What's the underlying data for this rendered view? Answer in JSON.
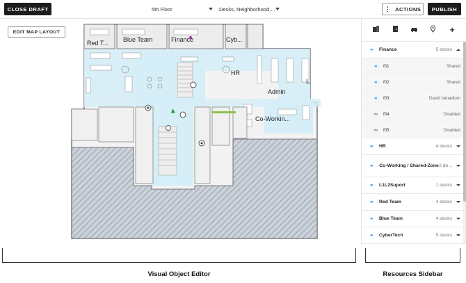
{
  "toolbar": {
    "close_draft": "CLOSE DRAFT",
    "floor": "5th Floor",
    "filter": "Desks, Neighborhood,...",
    "actions": "ACTIONS",
    "actions_icon": "vertical-ellipsis-icon",
    "publish": "PUBLISH"
  },
  "editor": {
    "edit_layout": "EDIT MAP LAYOUT",
    "rooms": [
      "Red T...",
      "Blue Team",
      "Finance",
      "Cyb...",
      "HR",
      "Admin",
      "L.",
      "Co-Workin..."
    ]
  },
  "sidebar": {
    "tabs": [
      "building-icon",
      "door-icon",
      "car-icon",
      "location-pin-icon",
      "plus-icon"
    ],
    "expanded_group": {
      "name": "Finance",
      "count": "5 desks",
      "items": [
        {
          "name": "f01",
          "status": "Shared",
          "linked": true
        },
        {
          "name": "f02",
          "status": "Shared",
          "linked": true
        },
        {
          "name": "f03",
          "status": "David Vanadium",
          "linked": true
        },
        {
          "name": "f04",
          "status": "Disabled",
          "linked": false
        },
        {
          "name": "f05",
          "status": "Disabled",
          "linked": false
        }
      ]
    },
    "groups": [
      {
        "name": "HR",
        "count": "4 desks"
      },
      {
        "name": "Co-Working / Shared-Zone",
        "count": "2 de..."
      },
      {
        "name": "L1L2Suport",
        "count": "1 desks"
      },
      {
        "name": "Red Team",
        "count": "4 desks"
      },
      {
        "name": "Blue Team",
        "count": "4 desks"
      },
      {
        "name": "CyberTech",
        "count": "5 desks"
      }
    ]
  },
  "captions": {
    "left": "Visual Object Editor",
    "right": "Resources Sidebar"
  },
  "colors": {
    "accent_blue": "#3a8dde",
    "light_blue_area": "#d6eef8",
    "dark_button": "#1c1c1c"
  }
}
